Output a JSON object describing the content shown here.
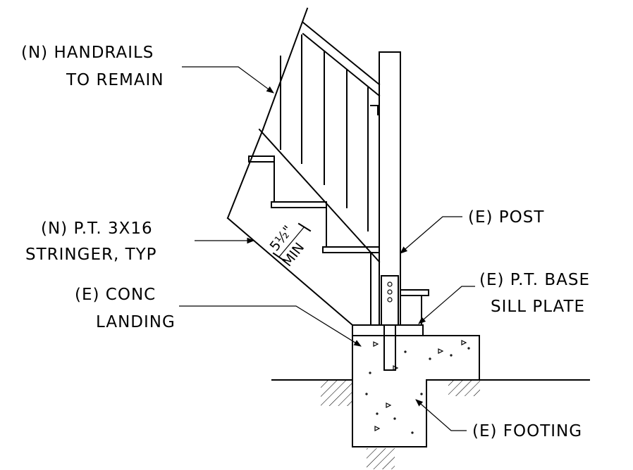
{
  "labels": {
    "handrails": [
      "(N) HANDRAILS",
      "TO REMAIN"
    ],
    "post": "(E) POST",
    "stringer": [
      "(N) P.T. 3X16",
      "STRINGER, TYP"
    ],
    "sill_plate": [
      "(E) P.T. BASE",
      "SILL PLATE"
    ],
    "landing": [
      "(E) CONC",
      "LANDING"
    ],
    "footing": "(E) FOOTING"
  },
  "dimension": {
    "value": "5½\"",
    "qualifier": "MIN"
  }
}
